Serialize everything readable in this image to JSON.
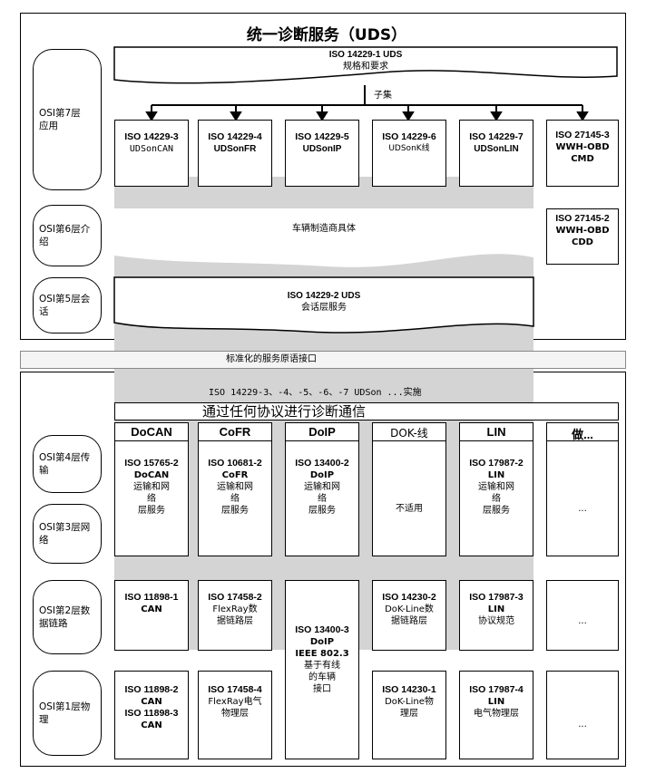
{
  "title": "统一诊断服务（UDS）",
  "osi_layers": {
    "l7": "OSI第7层\n应用",
    "l6": "OSI第6层介\n绍",
    "l5": "OSI第5层会\n话",
    "l4": "OSI第4层传\n输",
    "l3": "OSI第3层网\n络",
    "l2": "OSI第2层数\n据链路",
    "l1": "OSI第1层物\n理"
  },
  "top_spec": {
    "id": "ISO 14229-1 UDS",
    "desc": "规格和要求"
  },
  "subset_label": "子集",
  "app_docs": [
    {
      "id": "ISO 14229-3",
      "name": "UDSonCAN"
    },
    {
      "id": "ISO 14229-4",
      "name": "UDSonFR"
    },
    {
      "id": "ISO 14229-5",
      "name": "UDSonIP"
    },
    {
      "id": "ISO 14229-6",
      "name": "UDSonK线"
    },
    {
      "id": "ISO 14229-7",
      "name": "UDSonLIN"
    }
  ],
  "wwh_cmd": {
    "id": "ISO 27145-3",
    "line2": "WWH-OBD",
    "line3": "CMD"
  },
  "wwh_cdd": {
    "id": "ISO 27145-2",
    "line2": "WWH-OBD",
    "line3": "CDD"
  },
  "layer6_text": "车辆制造商具体",
  "session": {
    "id": "ISO 14229-2 UDS",
    "desc": "会话层服务"
  },
  "service_primitive": "标准化的服务原语接口",
  "implementation_note": "ISO 14229-3、-4、-5、-6、-7 UDSon ...实施",
  "any_protocol_banner": "通过任何协议进行诊断通信",
  "protocols": [
    "DoCAN",
    "CoFR",
    "DoIP",
    "DOK-线",
    "LIN",
    "做..."
  ],
  "transport": [
    {
      "id": "ISO 15765-2",
      "name": "DoCAN",
      "l1": "运输和网",
      "l2": "络",
      "l3": "层服务"
    },
    {
      "id": "ISO 10681-2",
      "name": "CoFR",
      "l1": "运输和网",
      "l2": "络",
      "l3": "层服务"
    },
    {
      "id": "ISO 13400-2",
      "name": "DoIP",
      "l1": "运输和网",
      "l2": "络",
      "l3": "层服务"
    },
    {
      "text": "不适用"
    },
    {
      "id": "ISO 17987-2",
      "name": "LIN",
      "l1": "运输和网",
      "l2": "络",
      "l3": "层服务"
    },
    {
      "text": "..."
    }
  ],
  "datalink": [
    {
      "id": "ISO 11898-1",
      "name": "CAN"
    },
    {
      "id": "ISO 17458-2",
      "name": "FlexRay数",
      "extra": "据链路层"
    },
    {
      "id": "ISO 14230-2",
      "name": "DoK-Line数",
      "extra": "据链路层"
    },
    {
      "id": "ISO 17987-3",
      "name": "LIN",
      "extra": "协议规范"
    },
    {
      "text": "..."
    }
  ],
  "doip_phys": {
    "id": "ISO 13400-3",
    "l1": "DoIP",
    "l2": "IEEE 802.3",
    "l3": "基于有线",
    "l4": "的车辆",
    "l5": "接口"
  },
  "physical": [
    {
      "id": "ISO 11898-2",
      "name": "CAN",
      "id2": "ISO 11898-3",
      "name2": "CAN"
    },
    {
      "id": "ISO 17458-4",
      "name": "FlexRay电气",
      "extra": "物理层"
    },
    {
      "id": "ISO 14230-1",
      "name": "DoK-Line物",
      "extra": "理层"
    },
    {
      "id": "ISO 17987-4",
      "name": "LIN",
      "extra": "电气物理层"
    },
    {
      "text": "..."
    }
  ]
}
